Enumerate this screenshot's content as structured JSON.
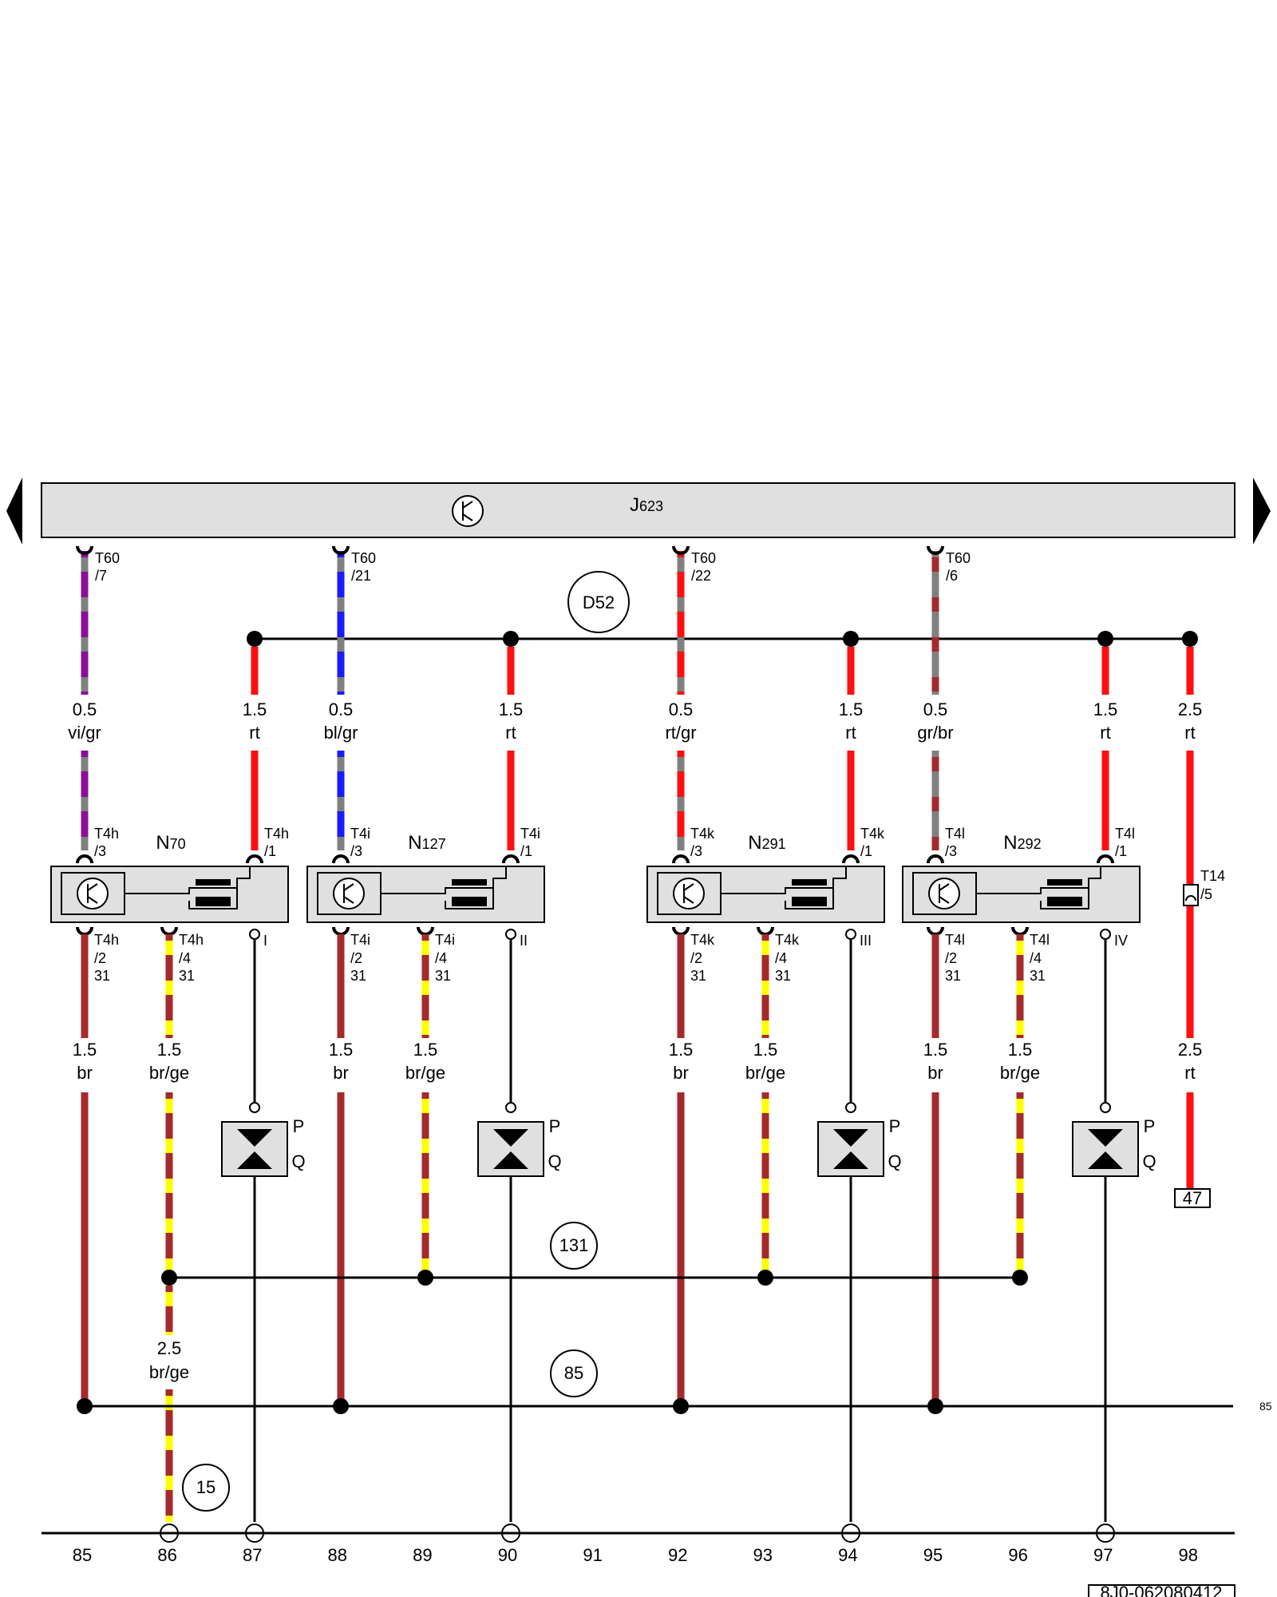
{
  "module": {
    "name": "J623",
    "prefix": "J",
    "sub": "623"
  },
  "wire_colors": {
    "vi": "#8a0f96",
    "gr": "#808080",
    "bl": "#1a1aff",
    "rt": "#ff0f0f",
    "br": "#a52a2a",
    "ge": "#ffff00",
    "sw": "#000000"
  },
  "arrows": {
    "left": "prev-page-arrow",
    "right": "next-page-arrow"
  },
  "bubbles": {
    "d52": "D52",
    "n131": "131",
    "n85": "85",
    "n15": "15"
  },
  "side_label_85": "85",
  "components": [
    {
      "id": "N70",
      "prefix": "N",
      "sub": "70",
      "top_pin": "T4h",
      "top_pin_num": "/3",
      "top_pin2": "T4h",
      "top_pin2_num": "/1",
      "bot_pin": "T4h",
      "bot_pin_num": "/2",
      "bot_pin_gnd": "31",
      "bot_pin2": "T4h",
      "bot_pin2_num": "/4",
      "bot_pin2_gnd": "31",
      "out": "I",
      "p": "P",
      "q": "Q"
    },
    {
      "id": "N127",
      "prefix": "N",
      "sub": "127",
      "top_pin": "T4i",
      "top_pin_num": "/3",
      "top_pin2": "T4i",
      "top_pin2_num": "/1",
      "bot_pin": "T4i",
      "bot_pin_num": "/2",
      "bot_pin_gnd": "31",
      "bot_pin2": "T4i",
      "bot_pin2_num": "/4",
      "bot_pin2_gnd": "31",
      "out": "II",
      "p": "P",
      "q": "Q"
    },
    {
      "id": "N291",
      "prefix": "N",
      "sub": "291",
      "top_pin": "T4k",
      "top_pin_num": "/3",
      "top_pin2": "T4k",
      "top_pin2_num": "/1",
      "bot_pin": "T4k",
      "bot_pin_num": "/2",
      "bot_pin_gnd": "31",
      "bot_pin2": "T4k",
      "bot_pin2_num": "/4",
      "bot_pin2_gnd": "31",
      "out": "III",
      "p": "P",
      "q": "Q"
    },
    {
      "id": "N292",
      "prefix": "N",
      "sub": "292",
      "top_pin": "T4l",
      "top_pin_num": "/3",
      "top_pin2": "T4l",
      "top_pin2_num": "/1",
      "bot_pin": "T4l",
      "bot_pin_num": "/2",
      "bot_pin_gnd": "31",
      "bot_pin2": "T4l",
      "bot_pin2_num": "/4",
      "bot_pin2_gnd": "31",
      "out": "IV",
      "p": "P",
      "q": "Q"
    }
  ],
  "ecu_pins": [
    {
      "pin": "T60",
      "num": "/7",
      "size": "0.5",
      "color": "vi/gr"
    },
    {
      "pin": "T60",
      "num": "/21",
      "size": "0.5",
      "color": "bl/gr"
    },
    {
      "pin": "T60",
      "num": "/22",
      "size": "0.5",
      "color": "rt/gr"
    },
    {
      "pin": "T60",
      "num": "/6",
      "size": "0.5",
      "color": "gr/br"
    }
  ],
  "supply_wires": [
    {
      "size": "1.5",
      "color": "rt"
    },
    {
      "size": "1.5",
      "color": "rt"
    },
    {
      "size": "1.5",
      "color": "rt"
    },
    {
      "size": "1.5",
      "color": "rt"
    },
    {
      "size": "2.5",
      "color": "rt"
    }
  ],
  "ground_wires": [
    {
      "size": "1.5",
      "color": "br"
    },
    {
      "size": "1.5",
      "color": "br"
    },
    {
      "size": "1.5",
      "color": "br"
    },
    {
      "size": "1.5",
      "color": "br"
    }
  ],
  "switched_wires": [
    {
      "size": "1.5",
      "color": "br/ge"
    },
    {
      "size": "1.5",
      "color": "br/ge"
    },
    {
      "size": "1.5",
      "color": "br/ge"
    },
    {
      "size": "1.5",
      "color": "br/ge"
    }
  ],
  "t14": {
    "pin": "T14",
    "num": "/5"
  },
  "rt_lower": {
    "size": "2.5",
    "color": "rt"
  },
  "term_47": "47",
  "brge_main": {
    "size": "2.5",
    "color": "br/ge"
  },
  "ruler": [
    "85",
    "86",
    "87",
    "88",
    "89",
    "90",
    "91",
    "92",
    "93",
    "94",
    "95",
    "96",
    "97",
    "98"
  ],
  "doc_id": "8J0-062080412"
}
